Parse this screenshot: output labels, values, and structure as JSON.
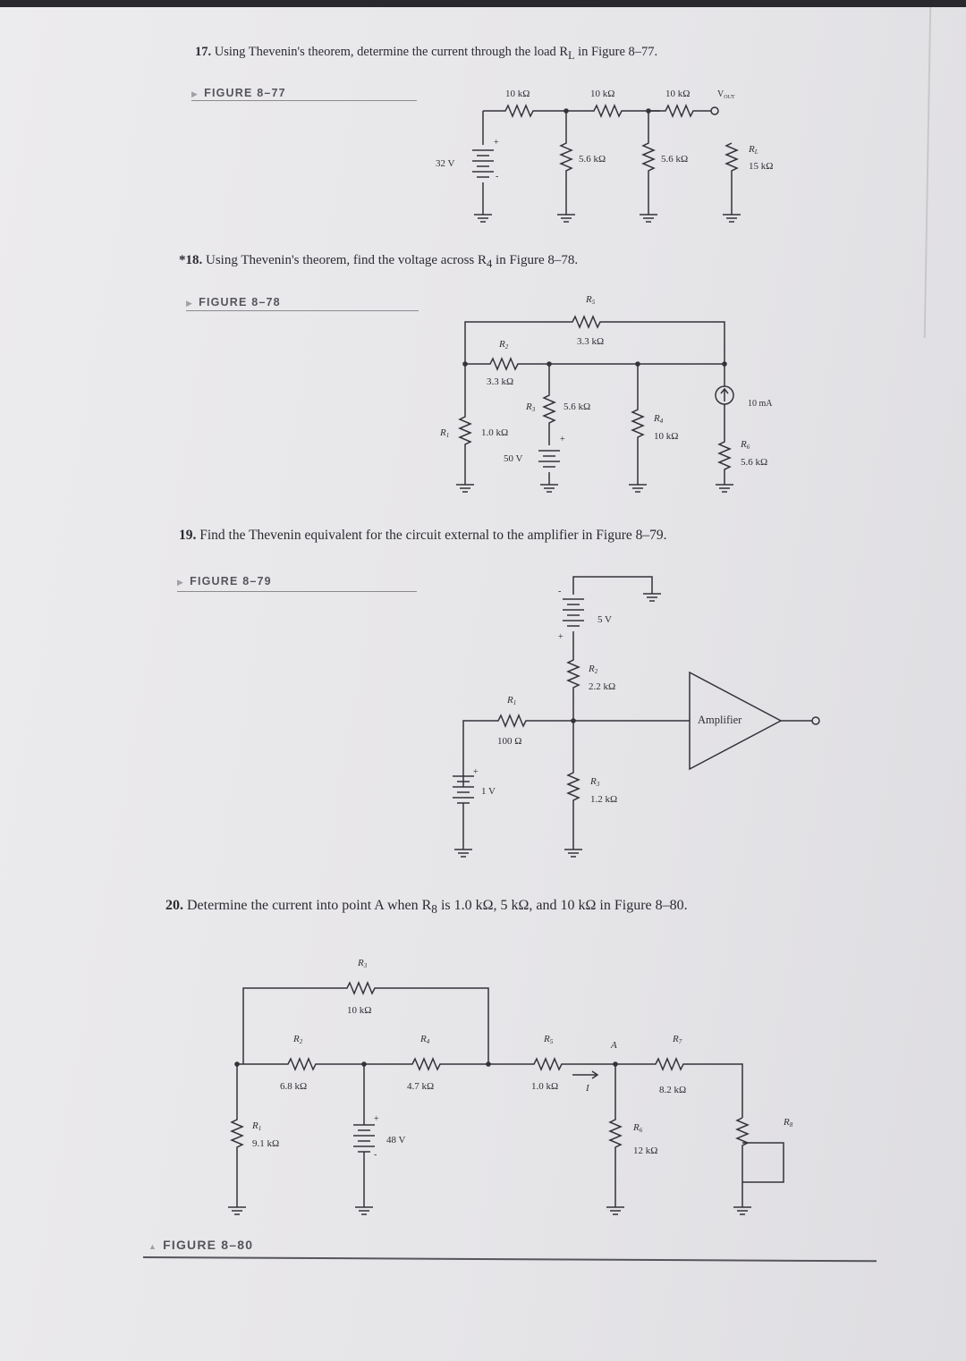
{
  "page": {
    "problems": [
      {
        "number": "17.",
        "text": "Using Thevenin's theorem, determine the current through the load R",
        "sub": "L",
        "text2": " in Figure 8–77."
      },
      {
        "number": "*18.",
        "text": "Using Thevenin's theorem, find the voltage across R",
        "sub": "4",
        "text2": " in Figure 8–78."
      },
      {
        "number": "19.",
        "text": "Find the Thevenin equivalent for the circuit external to the amplifier in Figure 8–79.",
        "sub": "",
        "text2": ""
      },
      {
        "number": "20.",
        "text": "Determine the current into point A when R",
        "sub": "8",
        "text2": " is 1.0 kΩ, 5 kΩ, and 10 kΩ in Figure 8–80."
      }
    ],
    "figure_labels": [
      "FIGURE 8–77",
      "FIGURE 8–78",
      "FIGURE 8–79",
      "FIGURE 8–80"
    ]
  },
  "fig77": {
    "source": "32 V",
    "series": [
      "10 kΩ",
      "10 kΩ",
      "10 kΩ"
    ],
    "shunts": [
      "5.6 kΩ",
      "5.6 kΩ"
    ],
    "vout": "V",
    "vout_sub": "OUT",
    "rl_name": "R",
    "rl_sub": "L",
    "rl_value": "15 kΩ"
  },
  "fig78": {
    "r1": {
      "name": "R",
      "sub": "1",
      "value": "1.0 kΩ"
    },
    "r2": {
      "name": "R",
      "sub": "2",
      "value": "3.3 kΩ"
    },
    "r3": {
      "name": "R",
      "sub": "3",
      "value": "5.6 kΩ"
    },
    "r4": {
      "name": "R",
      "sub": "4",
      "value": "10 kΩ"
    },
    "r5": {
      "name": "R",
      "sub": "5",
      "value": "3.3 kΩ"
    },
    "r6": {
      "name": "R",
      "sub": "6",
      "value": "5.6 kΩ"
    },
    "source": "50 V",
    "current": "10 mA",
    "plus": "+"
  },
  "fig79": {
    "v1": "5 V",
    "v2": "1 V",
    "r1": {
      "name": "R",
      "sub": "1",
      "value": "100 Ω"
    },
    "r2": {
      "name": "R",
      "sub": "2",
      "value": "2.2 kΩ"
    },
    "r3": {
      "name": "R",
      "sub": "3",
      "value": "1.2 kΩ"
    },
    "amplifier": "Amplifier"
  },
  "fig80": {
    "r1": {
      "name": "R",
      "sub": "1",
      "value": "9.1 kΩ"
    },
    "r2": {
      "name": "R",
      "sub": "2",
      "value": "6.8 kΩ"
    },
    "r3": {
      "name": "R",
      "sub": "3",
      "value": "10 kΩ"
    },
    "r4": {
      "name": "R",
      "sub": "4",
      "value": "4.7 kΩ"
    },
    "r5": {
      "name": "R",
      "sub": "5",
      "value": "1.0 kΩ"
    },
    "r6": {
      "name": "R",
      "sub": "6",
      "value": "12 kΩ"
    },
    "r7": {
      "name": "R",
      "sub": "7",
      "value": "8.2 kΩ"
    },
    "r8": {
      "name": "R",
      "sub": "8"
    },
    "source": "48 V",
    "point": "A",
    "current_mark": "I"
  }
}
